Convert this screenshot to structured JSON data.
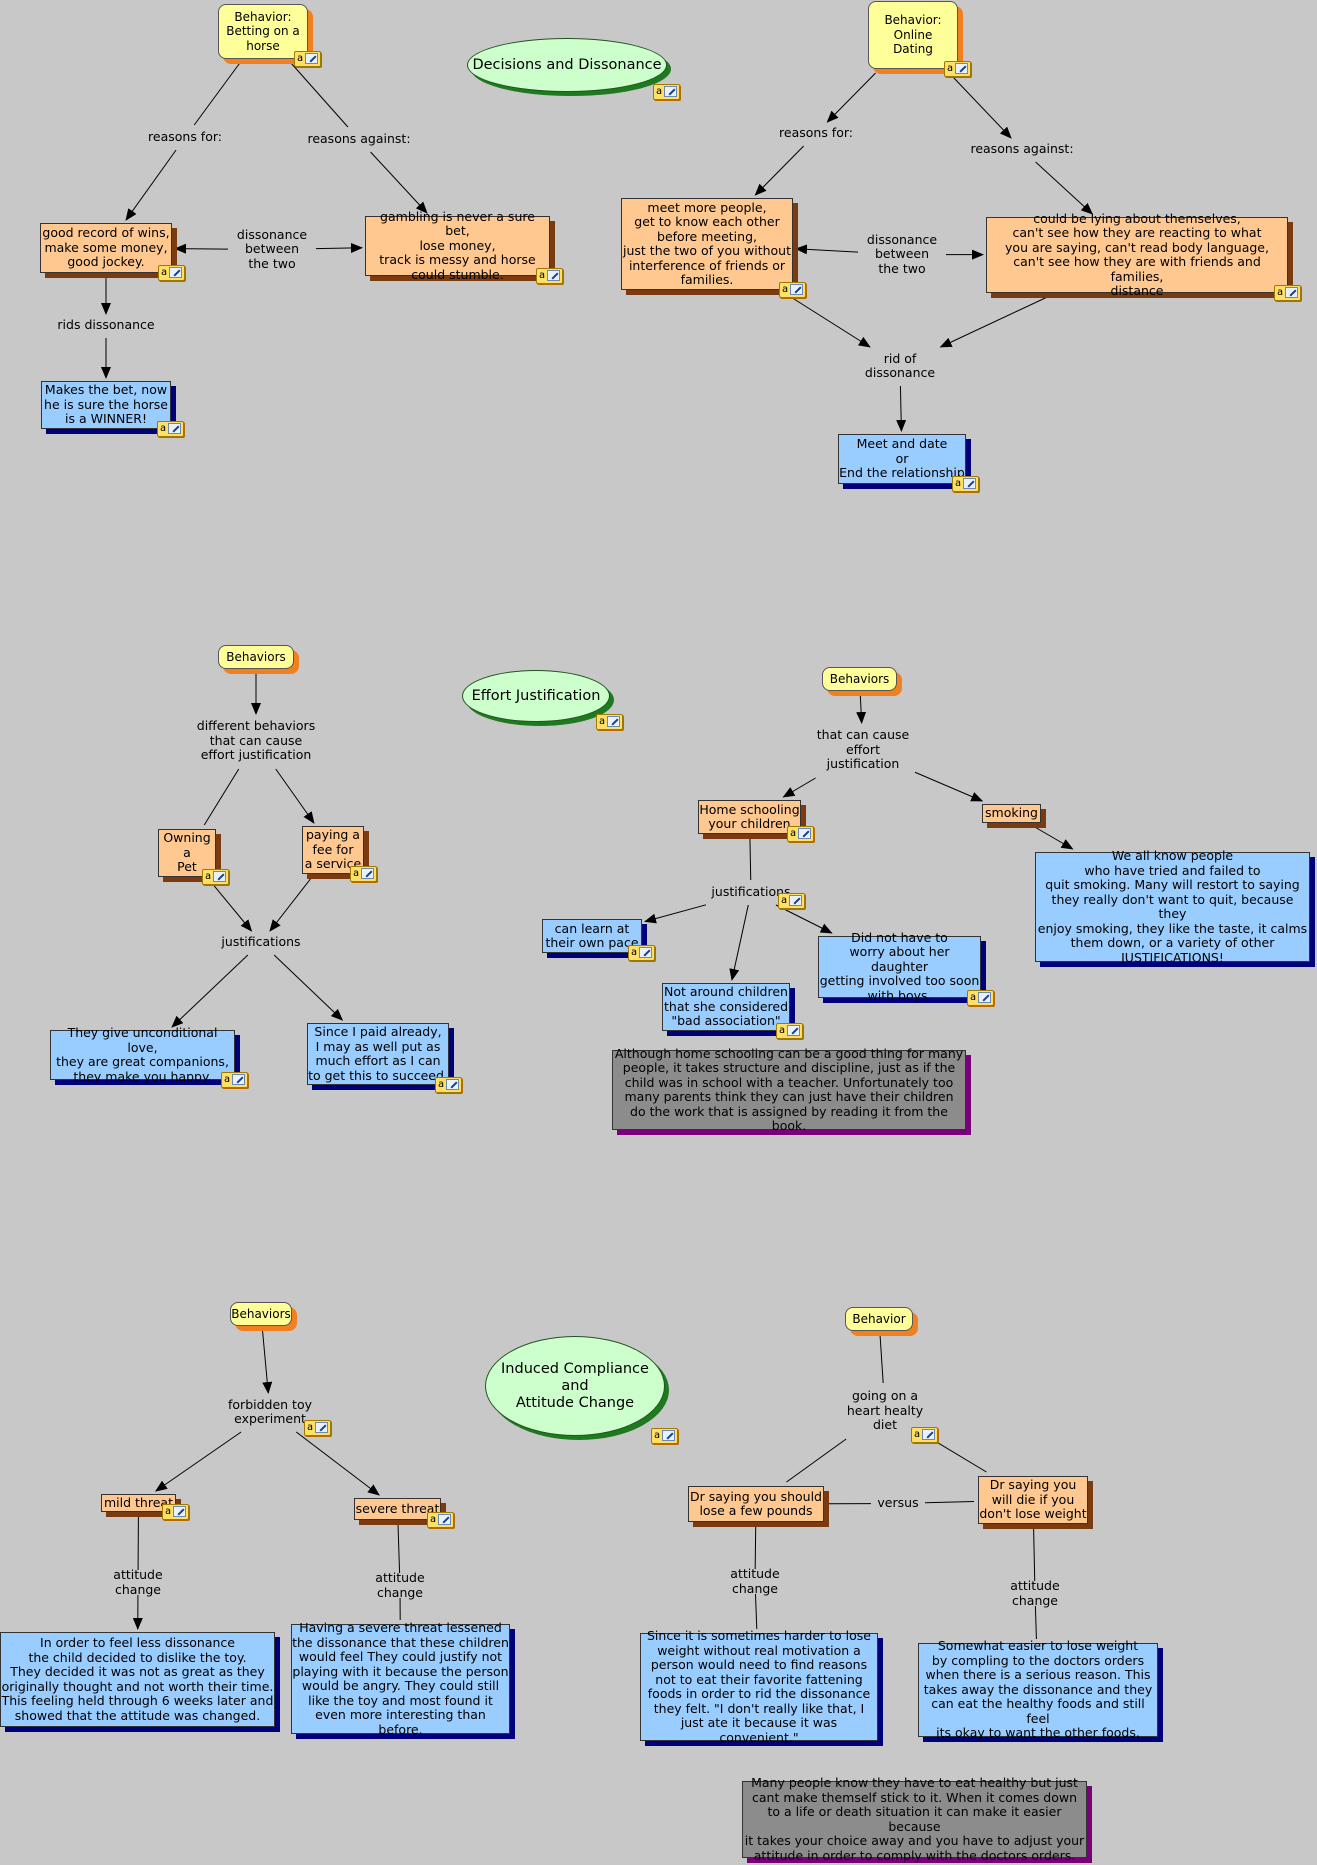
{
  "diagram": {
    "nodes": [
      {
        "id": "dd-title",
        "style": "title",
        "text": "Decisions and Dissonance"
      },
      {
        "id": "horse",
        "style": "yellow",
        "text": "Behavior:\nBetting on a\nhorse"
      },
      {
        "id": "horse-for-lbl",
        "style": "lbl",
        "text": "reasons for:"
      },
      {
        "id": "horse-against-lbl",
        "style": "lbl",
        "text": "reasons against:"
      },
      {
        "id": "horse-for",
        "style": "orange",
        "text": "good record of wins,\nmake some money,\ngood jockey."
      },
      {
        "id": "horse-diss",
        "style": "lbl",
        "text": "dissonance\nbetween\nthe two"
      },
      {
        "id": "horse-against",
        "style": "orange",
        "text": "gambling is never a sure bet,\nlose money,\ntrack is messy and horse\ncould stumble."
      },
      {
        "id": "horse-rids",
        "style": "lbl",
        "text": "rids dissonance"
      },
      {
        "id": "horse-result",
        "style": "blue",
        "text": "Makes the bet, now\nhe is sure the horse\nis a WINNER!"
      },
      {
        "id": "dating",
        "style": "yellow",
        "text": "Behavior:\nOnline\nDating"
      },
      {
        "id": "dating-for-lbl",
        "style": "lbl",
        "text": "reasons for:"
      },
      {
        "id": "dating-against-lbl",
        "style": "lbl",
        "text": "reasons against:"
      },
      {
        "id": "dating-for",
        "style": "orange",
        "text": "meet more people,\nget to know each other\nbefore meeting,\njust the two of you without\ninterference of friends or\nfamilies."
      },
      {
        "id": "dating-diss",
        "style": "lbl",
        "text": "dissonance\nbetween\nthe two"
      },
      {
        "id": "dating-against",
        "style": "orange",
        "text": "could be lying about themselves,\ncan't see how they are reacting to what\nyou are saying, can't read body language,\ncan't see how they are with friends and families,\ndistance"
      },
      {
        "id": "dating-rid",
        "style": "lbl",
        "text": "rid of\ndissonance"
      },
      {
        "id": "dating-result",
        "style": "blue",
        "text": "Meet and date\nor\nEnd the relationship"
      },
      {
        "id": "ej-title",
        "style": "title",
        "text": "Effort Justification"
      },
      {
        "id": "ej-beh",
        "style": "yellow",
        "text": "Behaviors"
      },
      {
        "id": "ej-diff",
        "style": "lbl",
        "text": "different behaviors\nthat can cause\neffort justification"
      },
      {
        "id": "ej-pet",
        "style": "orange",
        "text": "Owning\na\nPet"
      },
      {
        "id": "ej-fee",
        "style": "orange",
        "text": "paying a\nfee for\na service"
      },
      {
        "id": "ej-just",
        "style": "lbl",
        "text": "justifications"
      },
      {
        "id": "ej-love",
        "style": "blue",
        "text": "They give unconditional love,\nthey are great companions,\nthey make you happy."
      },
      {
        "id": "ej-paid",
        "style": "blue",
        "text": "Since I paid already,\nI may as well put as\nmuch effort as I can\nto get this to succeed."
      },
      {
        "id": "ej2-beh",
        "style": "yellow",
        "text": "Behaviors"
      },
      {
        "id": "ej2-cause",
        "style": "lbl",
        "text": "that can cause\neffort\njustification"
      },
      {
        "id": "ej2-home",
        "style": "orange",
        "text": "Home schooling\nyour children"
      },
      {
        "id": "ej2-smoke",
        "style": "orange",
        "text": "smoking"
      },
      {
        "id": "ej2-quit",
        "style": "blue",
        "text": "We all know people\nwho have tried and failed to\nquit smoking.  Many will restort to saying\nthey really don't want to quit, because they\nenjoy smoking, they like the taste, it calms\nthem down, or a variety of other\nJUSTIFICATIONS!"
      },
      {
        "id": "ej2-just",
        "style": "lbl",
        "text": "justifications"
      },
      {
        "id": "ej2-pace",
        "style": "blue",
        "text": "can learn at\ntheir own pace"
      },
      {
        "id": "ej2-around",
        "style": "blue",
        "text": "Not around children\nthat she considered\n\"bad association\""
      },
      {
        "id": "ej2-worry",
        "style": "blue",
        "text": "Did not have to\nworry about her daughter\ngetting involved too soon\nwith boys."
      },
      {
        "id": "ej2-note",
        "style": "gray",
        "text": "Although home schooling can be a good thing for many\npeople, it takes structure and discipline, just as if the\nchild was in school with a teacher.  Unfortunately too\nmany parents think they can just have their children\ndo the work that is assigned by reading it from the book."
      },
      {
        "id": "ic-title",
        "style": "title",
        "text": "Induced Compliance\nand\nAttitude Change"
      },
      {
        "id": "ic-beh",
        "style": "yellow",
        "text": "Behaviors"
      },
      {
        "id": "ic-toy",
        "style": "lbl",
        "text": "forbidden toy\nexperiment"
      },
      {
        "id": "ic-mild",
        "style": "orange",
        "text": "mild threat"
      },
      {
        "id": "ic-severe",
        "style": "orange",
        "text": "severe threat"
      },
      {
        "id": "ic-att1",
        "style": "lbl",
        "text": "attitude change"
      },
      {
        "id": "ic-att2",
        "style": "lbl",
        "text": "attitude change"
      },
      {
        "id": "ic-mild-res",
        "style": "blue",
        "text": "In order to feel less dissonance\nthe child decided to dislike the toy.\nThey decided it was not as great as they\noriginally thought and not worth their time.\nThis feeling held through 6 weeks later and\nshowed that the attitude was changed."
      },
      {
        "id": "ic-severe-res",
        "style": "blue",
        "text": "Having a severe threat lessened\nthe dissonance that these children\nwould feel  They could justify not\nplaying with it because the person\nwould be angry.  They could still\nlike the toy and most found it\neven more interesting than before."
      },
      {
        "id": "ic2-beh",
        "style": "yellow",
        "text": "Behavior"
      },
      {
        "id": "ic2-diet",
        "style": "lbl",
        "text": "going on a\nheart healty\ndiet"
      },
      {
        "id": "ic2-few",
        "style": "orange",
        "text": "Dr saying you should\nlose a few pounds"
      },
      {
        "id": "ic2-versus",
        "style": "lbl",
        "text": "versus"
      },
      {
        "id": "ic2-die",
        "style": "orange",
        "text": "Dr saying you\nwill die if you\ndon't lose weight"
      },
      {
        "id": "ic2-att1",
        "style": "lbl",
        "text": "attitude change"
      },
      {
        "id": "ic2-att2",
        "style": "lbl",
        "text": "attitude change"
      },
      {
        "id": "ic2-few-res",
        "style": "blue",
        "text": "Since it is sometimes harder to lose\nweight without real motivation a\nperson would need to find reasons\nnot to eat their favorite fattening\nfoods in order to rid the dissonance\nthey felt.  \"I don't really like that, I\njust ate it because it was convenient.\""
      },
      {
        "id": "ic2-die-res",
        "style": "blue",
        "text": "Somewhat easier to lose weight\nby compling to the doctors orders\nwhen there is a serious reason.  This\ntakes away the dissonance and they\ncan eat the healthy foods and still feel\nits okay to want the other foods."
      },
      {
        "id": "ic2-note",
        "style": "gray",
        "text": "Many people know they have to eat healthy but just\ncant make themself stick to it.  When it comes down\nto a life or death situation it can make it easier because\nit takes your choice away and you have to  adjust your\nattitude in order to comply with the doctors orders."
      }
    ],
    "badges": [
      {
        "node": "horse",
        "glyph": "a"
      },
      {
        "node": "dd-title",
        "glyph": "a"
      },
      {
        "node": "horse-for",
        "glyph": "a"
      },
      {
        "node": "horse-against",
        "glyph": "a"
      },
      {
        "node": "horse-result",
        "glyph": "a"
      },
      {
        "node": "dating",
        "glyph": "a"
      },
      {
        "node": "dating-for",
        "glyph": "a"
      },
      {
        "node": "dating-against",
        "glyph": "a"
      },
      {
        "node": "dating-result",
        "glyph": "a"
      },
      {
        "node": "ej-title",
        "glyph": "a"
      },
      {
        "node": "ej-pet",
        "glyph": "a"
      },
      {
        "node": "ej-fee",
        "glyph": "a"
      },
      {
        "node": "ej-love",
        "glyph": "a"
      },
      {
        "node": "ej-paid",
        "glyph": "a"
      },
      {
        "node": "ej2-home",
        "glyph": "a"
      },
      {
        "node": "ej2-just",
        "glyph": "a"
      },
      {
        "node": "ej2-pace",
        "glyph": "a"
      },
      {
        "node": "ej2-around",
        "glyph": "a"
      },
      {
        "node": "ej2-worry",
        "glyph": "a"
      },
      {
        "node": "ic-title",
        "glyph": "a"
      },
      {
        "node": "ic-toy",
        "glyph": "a"
      },
      {
        "node": "ic-mild",
        "glyph": "a"
      },
      {
        "node": "ic-severe",
        "glyph": "a"
      },
      {
        "node": "ic2-diet",
        "glyph": "a"
      }
    ],
    "edges": [
      {
        "from": "horse",
        "to": "horse-for-lbl",
        "arrow": false
      },
      {
        "from": "horse-for-lbl",
        "to": "horse-for",
        "arrow": true
      },
      {
        "from": "horse",
        "to": "horse-against-lbl",
        "arrow": false
      },
      {
        "from": "horse-against-lbl",
        "to": "horse-against",
        "arrow": true
      },
      {
        "from": "horse-diss",
        "to": "horse-for",
        "arrow": true
      },
      {
        "from": "horse-diss",
        "to": "horse-against",
        "arrow": true
      },
      {
        "from": "horse-for",
        "to": "horse-rids",
        "arrow": true
      },
      {
        "from": "horse-rids",
        "to": "horse-result",
        "arrow": true
      },
      {
        "from": "dating",
        "to": "dating-for-lbl",
        "arrow": true
      },
      {
        "from": "dating-for-lbl",
        "to": "dating-for",
        "arrow": true
      },
      {
        "from": "dating",
        "to": "dating-against-lbl",
        "arrow": true
      },
      {
        "from": "dating-against-lbl",
        "to": "dating-against",
        "arrow": true
      },
      {
        "from": "dating-diss",
        "to": "dating-for",
        "arrow": true
      },
      {
        "from": "dating-diss",
        "to": "dating-against",
        "arrow": true
      },
      {
        "from": "dating-for",
        "to": "dating-rid",
        "arrow": true
      },
      {
        "from": "dating-against",
        "to": "dating-rid",
        "arrow": true
      },
      {
        "from": "dating-rid",
        "to": "dating-result",
        "arrow": true
      },
      {
        "from": "ej-beh",
        "to": "ej-diff",
        "arrow": true
      },
      {
        "from": "ej-diff",
        "to": "ej-pet",
        "arrow": false
      },
      {
        "from": "ej-diff",
        "to": "ej-fee",
        "arrow": true
      },
      {
        "from": "ej-pet",
        "to": "ej-just",
        "arrow": true
      },
      {
        "from": "ej-fee",
        "to": "ej-just",
        "arrow": true
      },
      {
        "from": "ej-just",
        "to": "ej-love",
        "arrow": true
      },
      {
        "from": "ej-just",
        "to": "ej-paid",
        "arrow": true
      },
      {
        "from": "ej2-beh",
        "to": "ej2-cause",
        "arrow": true
      },
      {
        "from": "ej2-cause",
        "to": "ej2-home",
        "arrow": true
      },
      {
        "from": "ej2-cause",
        "to": "ej2-smoke",
        "arrow": true
      },
      {
        "from": "ej2-smoke",
        "to": "ej2-quit",
        "arrow": true
      },
      {
        "from": "ej2-home",
        "to": "ej2-just",
        "arrow": false
      },
      {
        "from": "ej2-just",
        "to": "ej2-pace",
        "arrow": true
      },
      {
        "from": "ej2-just",
        "to": "ej2-around",
        "arrow": true
      },
      {
        "from": "ej2-just",
        "to": "ej2-worry",
        "arrow": true
      },
      {
        "from": "ic-beh",
        "to": "ic-toy",
        "arrow": true
      },
      {
        "from": "ic-toy",
        "to": "ic-mild",
        "arrow": true
      },
      {
        "from": "ic-toy",
        "to": "ic-severe",
        "arrow": true
      },
      {
        "from": "ic-mild",
        "to": "ic-att1",
        "arrow": false
      },
      {
        "from": "ic-att1",
        "to": "ic-mild-res",
        "arrow": true
      },
      {
        "from": "ic-severe",
        "to": "ic-att2",
        "arrow": false
      },
      {
        "from": "ic-att2",
        "to": "ic-severe-res",
        "arrow": false
      },
      {
        "from": "ic2-beh",
        "to": "ic2-diet",
        "arrow": false
      },
      {
        "from": "ic2-diet",
        "to": "ic2-few",
        "arrow": false
      },
      {
        "from": "ic2-diet",
        "to": "ic2-die",
        "arrow": false
      },
      {
        "from": "ic2-few",
        "to": "ic2-versus",
        "arrow": false
      },
      {
        "from": "ic2-versus",
        "to": "ic2-die",
        "arrow": false
      },
      {
        "from": "ic2-few",
        "to": "ic2-att1",
        "arrow": false
      },
      {
        "from": "ic2-att1",
        "to": "ic2-few-res",
        "arrow": false
      },
      {
        "from": "ic2-die",
        "to": "ic2-att2",
        "arrow": false
      },
      {
        "from": "ic2-att2",
        "to": "ic2-die-res",
        "arrow": false
      }
    ]
  }
}
